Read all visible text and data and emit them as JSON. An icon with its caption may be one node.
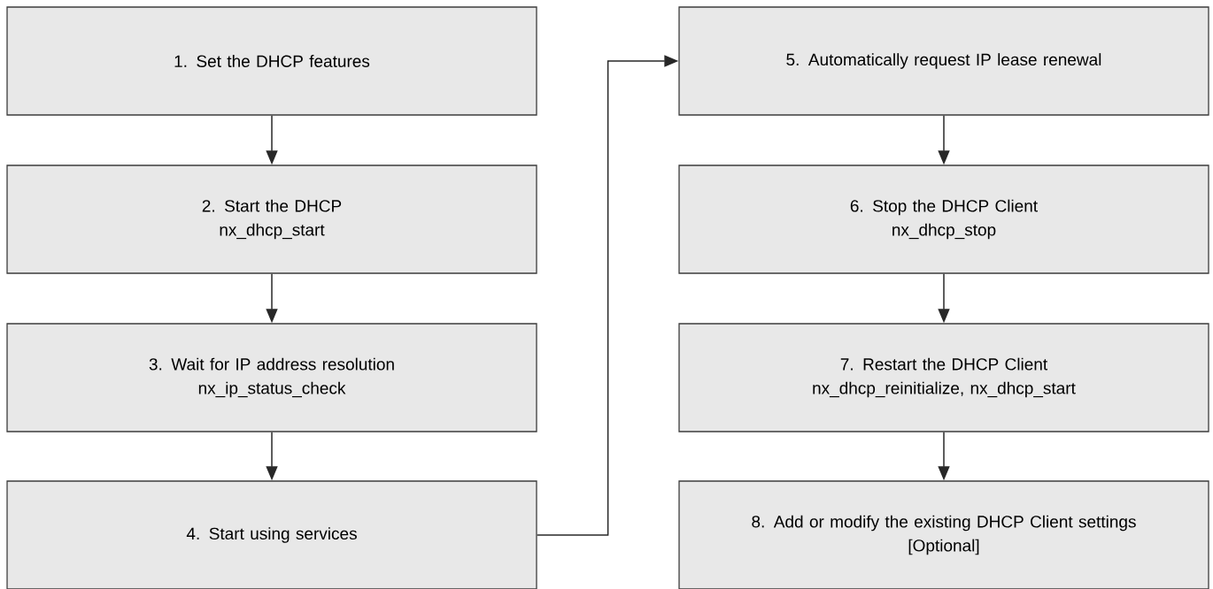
{
  "diagram": {
    "nodes": [
      {
        "text": [
          "1.  Set the DHCP features"
        ]
      },
      {
        "text": [
          "2.  Start the DHCP",
          "nx_dhcp_start"
        ]
      },
      {
        "text": [
          "3.  Wait for IP address resolution",
          "nx_ip_status_check"
        ]
      },
      {
        "text": [
          "4.  Start using services"
        ]
      },
      {
        "text": [
          "5.  Automatically request IP lease renewal"
        ]
      },
      {
        "text": [
          "6.  Stop the DHCP Client",
          "nx_dhcp_stop"
        ]
      },
      {
        "text": [
          "7.    Restart the DHCP Client",
          "nx_dhcp_reinitialize, nx_dhcp_start"
        ]
      },
      {
        "text": [
          "8.  Add or modify the existing DHCP Client settings",
          "[Optional]"
        ]
      }
    ],
    "edges": [
      {
        "from": 0,
        "to": 1,
        "arrow": "to"
      },
      {
        "from": 1,
        "to": 2,
        "arrow": "to"
      },
      {
        "from": 2,
        "to": 3,
        "arrow": "to"
      },
      {
        "from": 3,
        "to": 4,
        "arrow": "to"
      },
      {
        "from": 4,
        "to": 5,
        "arrow": "to"
      },
      {
        "from": 5,
        "to": 6,
        "arrow": "to"
      },
      {
        "from": 6,
        "to": 7,
        "arrow": "to"
      }
    ]
  }
}
